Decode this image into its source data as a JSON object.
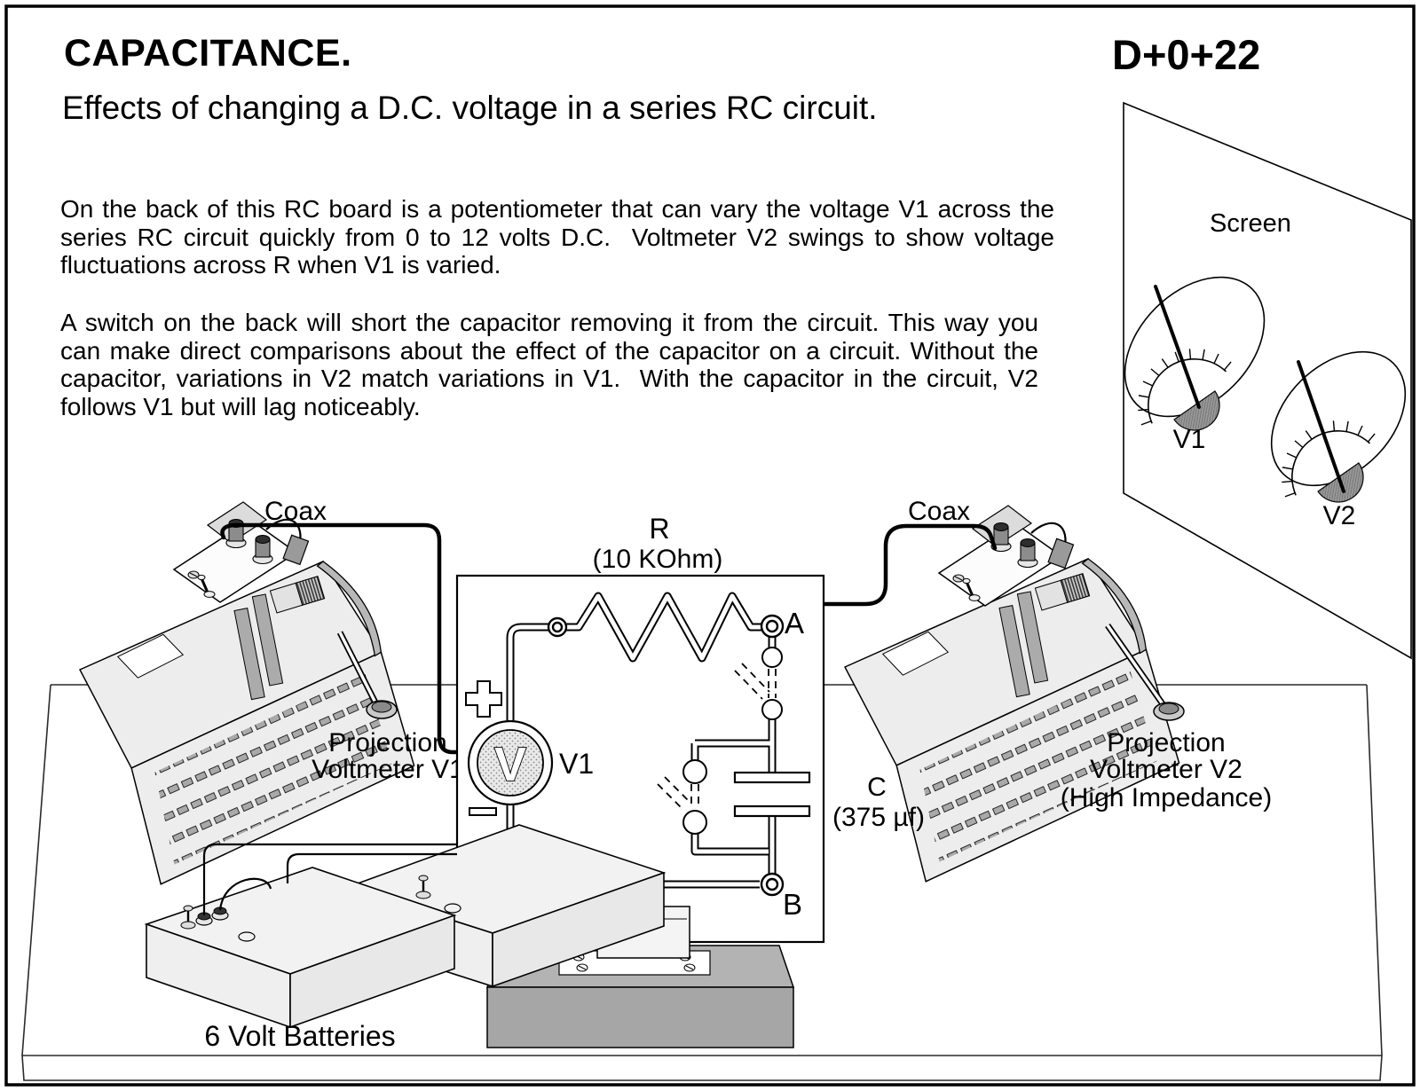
{
  "header": {
    "title": "CAPACITANCE.",
    "subtitle": "Effects of changing a D.C. voltage in a series RC circuit.",
    "code": "D+0+22"
  },
  "paragraphs": {
    "p1": "On the back of this RC board is a potentiometer that can vary the voltage V1 across the series RC circuit quickly from 0 to 12 volts D.C.  Voltmeter V2 swings to show voltage fluctuations across R when V1 is varied.",
    "p2": "A switch on the back will short the capacitor removing it from the circuit. This way you can make direct comparisons about the effect of the capacitor on a circuit. Without the capacitor, variations in V2 match variations in V1.  With the capacitor in the circuit, V2 follows V1 but will lag noticeably."
  },
  "screen": {
    "label": "Screen",
    "meter1_label": "V1",
    "meter2_label": "V2"
  },
  "circuit": {
    "resistor_label": "R",
    "resistor_value": "(10 KOhm)",
    "capacitor_label": "C",
    "capacitor_value": "(375 µf)",
    "terminal_a": "A",
    "terminal_b": "B",
    "voltmeter_letter": "V",
    "voltmeter_label": "V1"
  },
  "equipment": {
    "coax_left": "Coax",
    "coax_right": "Coax",
    "pv1": [
      "Projection",
      "Voltmeter V1"
    ],
    "pv2": [
      "Projection",
      "Voltmeter V2",
      "(High Impedance)"
    ],
    "batteries": "6 Volt Batteries"
  }
}
